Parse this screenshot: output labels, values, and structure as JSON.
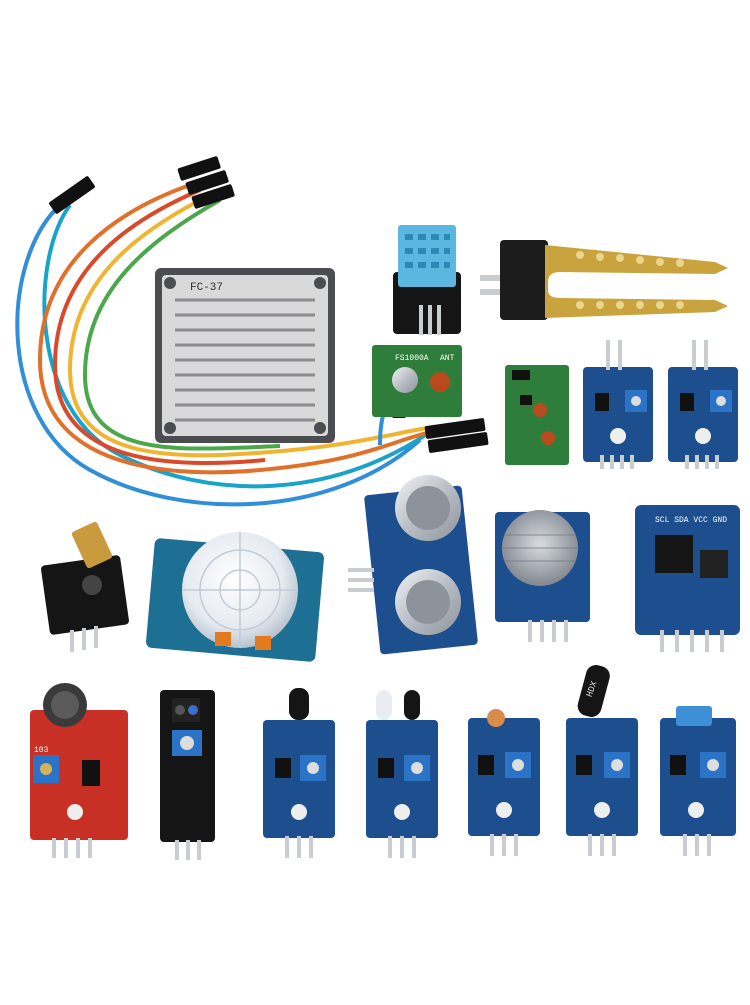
{
  "image": {
    "labels": {
      "rain_board": "FC-37",
      "rf_transmitter": "FS1000A",
      "rf_ant": "ANT",
      "tilt_sensor": "HDX",
      "sound_pot": "103",
      "rtc_pins": "SCL SDA VCC GND"
    }
  },
  "colors": {
    "background": "#ffffff",
    "pcb_blue": "#1d4f8f",
    "pcb_black": "#151515",
    "pcb_green": "#2f7d3b",
    "pcb_red": "#c83026",
    "pot_blue": "#2a73c6",
    "gold": "#d6b25a",
    "silver": "#c9ccd1"
  }
}
